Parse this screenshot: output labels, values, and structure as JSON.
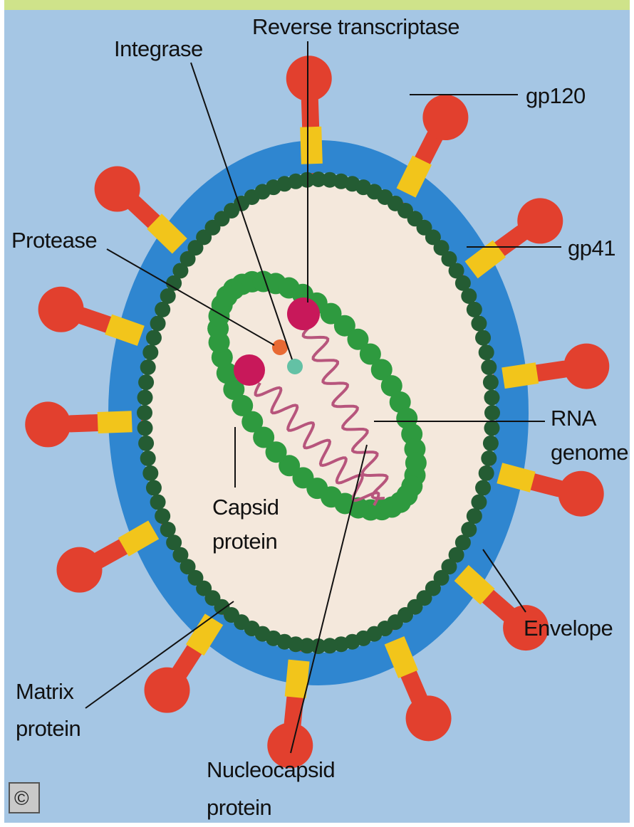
{
  "labels": {
    "reverse_transcriptase": "Reverse transcriptase",
    "integrase": "Integrase",
    "gp120": "gp120",
    "protease": "Protease",
    "gp41": "gp41",
    "rna_line1": "RNA",
    "rna_line2": "genome",
    "capsid_line1": "Capsid",
    "capsid_line2": "protein",
    "envelope": "Envelope",
    "matrix_line1": "Matrix",
    "matrix_line2": "protein",
    "nucleocapsid_line1": "Nucleocapsid",
    "nucleocapsid_line2": "protein",
    "copyright": "©"
  },
  "colors": {
    "background": "#a5c6e4",
    "top_bar": "#cfe38a",
    "envelope": "#2f86d0",
    "matrix_bead": "#245c33",
    "interior": "#f4e8dc",
    "capsid_bead": "#2e9a3f",
    "spike_head": "#e2402e",
    "spike_band": "#f2c51b",
    "reverse_transcriptase": "#c8185a",
    "protease": "#e86a34",
    "integrase": "#63c1a5",
    "rna": "#b7557c"
  }
}
